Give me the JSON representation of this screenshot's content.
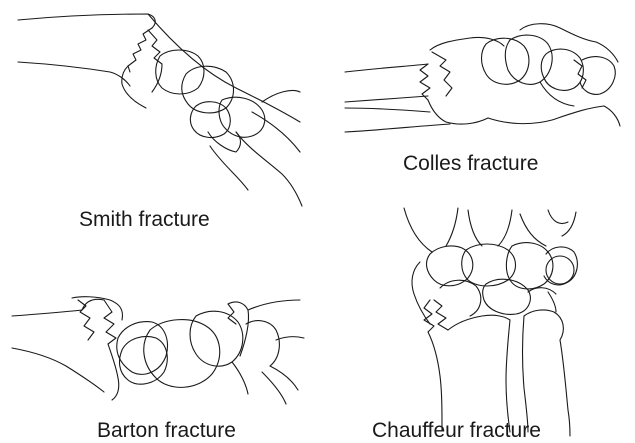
{
  "panels": [
    {
      "id": "smith",
      "caption": "Smith fracture"
    },
    {
      "id": "colles",
      "caption": "Colles fracture"
    },
    {
      "id": "barton",
      "caption": "Barton fracture"
    },
    {
      "id": "chauffeur",
      "caption": "Chauffeur fracture"
    }
  ],
  "colors": {
    "line": "#1a1a1a",
    "background": "#ffffff"
  }
}
